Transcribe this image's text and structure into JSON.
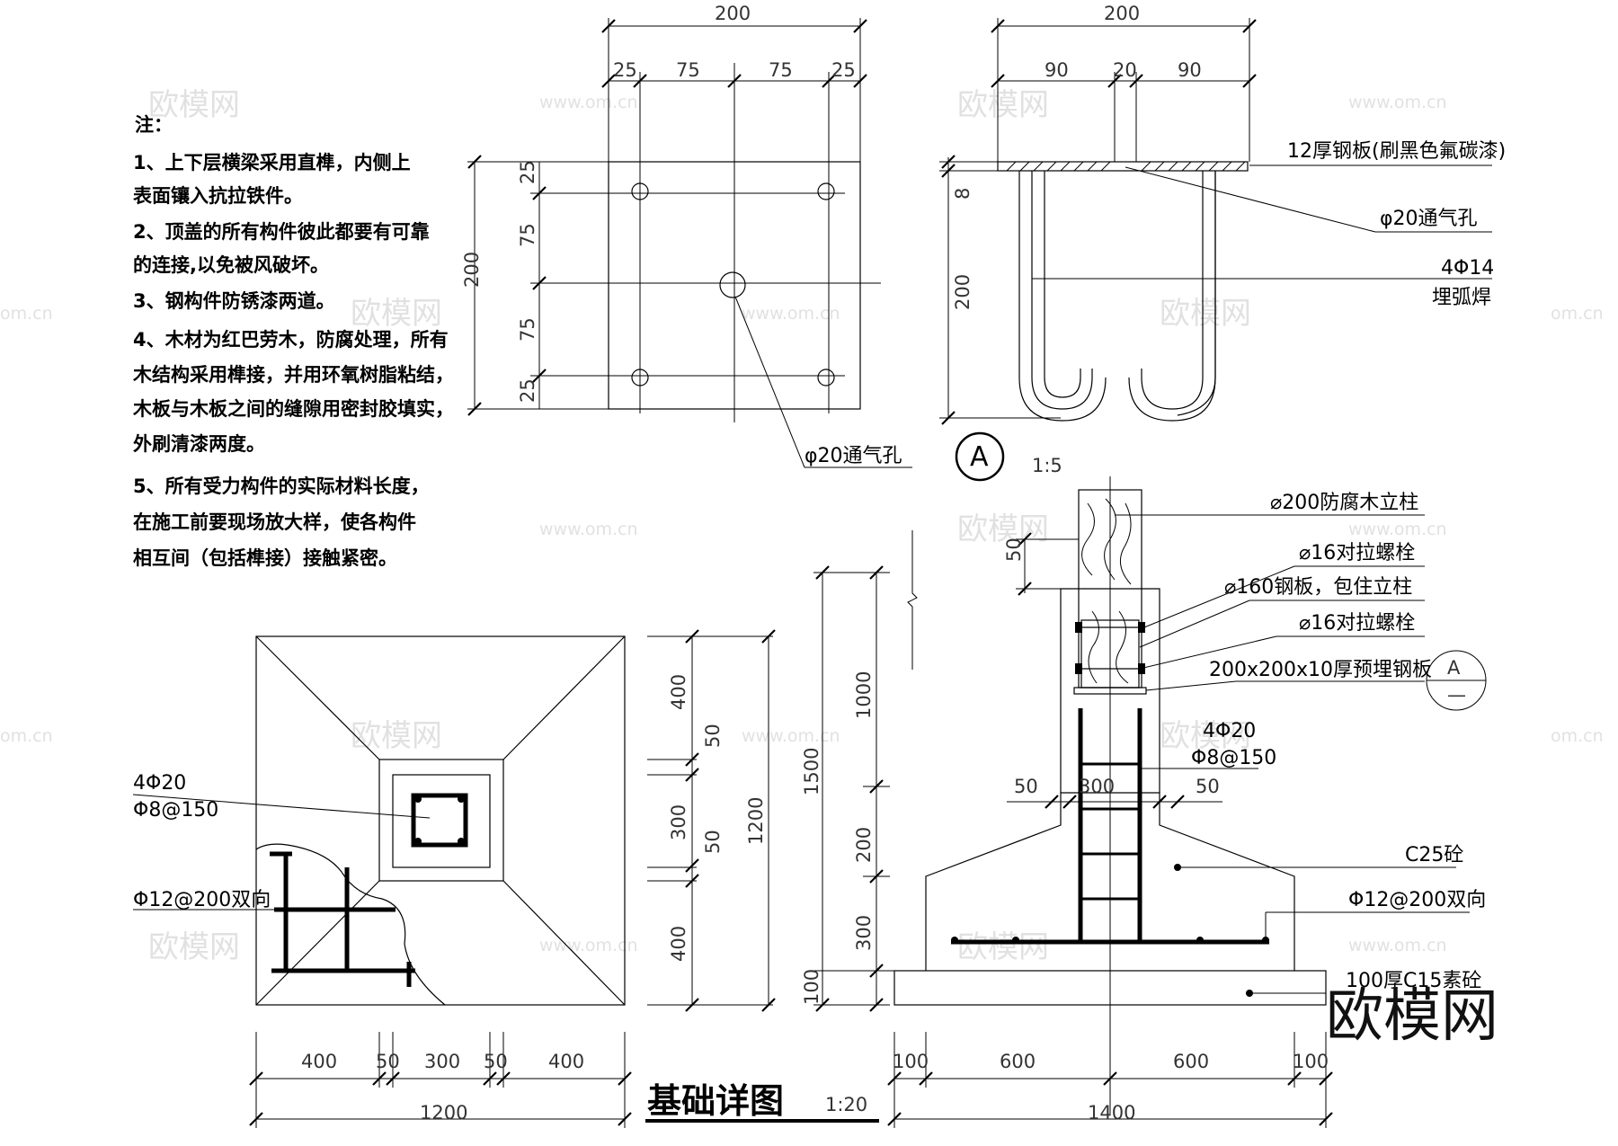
{
  "notes": {
    "heading": "注：",
    "lines": [
      "1、上下层横梁采用直榫，内侧上",
      "表面镶入抗拉铁件。",
      "2、顶盖的所有构件彼此都要有可靠",
      "的连接,以免被风破坏。",
      "3、钢构件防锈漆两道。",
      "4、木材为红巴劳木，防腐处理，所有",
      "木结构采用榫接，并用环氧树脂粘结，",
      "木板与木板之间的缝隙用密封胶填实，",
      "外刷清漆两度。",
      "5、所有受力构件的实际材料长度，",
      "在施工前要现场放大样，使各构件",
      "相互间（包括榫接）接触紧密。"
    ]
  },
  "plate_plan": {
    "dim_total_top": "200",
    "dims_top": [
      "25",
      "75",
      "75",
      "25"
    ],
    "dim_total_left": "200",
    "dims_left": [
      "25",
      "75",
      "75",
      "25"
    ],
    "label_hole": "φ20通气孔"
  },
  "plate_section": {
    "dim_total_top": "200",
    "dims_top": [
      "90",
      "20",
      "90"
    ],
    "dims_left": [
      "8",
      "200"
    ],
    "label_plate": "12厚钢板(刷黑色氟碳漆)",
    "label_hole": "φ20通气孔",
    "label_anchor_1": "4Φ14",
    "label_anchor_2": "埋弧焊",
    "callout": "A",
    "scale": "1:5"
  },
  "footing_plan": {
    "label_rebar_1": "4Φ20",
    "label_rebar_2": "Φ8@150",
    "label_mesh": "Φ12@200双向",
    "dims_right": [
      "400",
      "50",
      "300",
      "50",
      "400"
    ],
    "dim_right_total": "1200",
    "dims_bottom": [
      "400",
      "50",
      "300",
      "50",
      "400"
    ],
    "dim_bottom_total": "1200"
  },
  "footing_section": {
    "dims_left_outer": "1500",
    "dims_left": [
      "1000",
      "200",
      "300",
      "100"
    ],
    "dim_top": "50",
    "dims_mid": [
      "50",
      "300",
      "50"
    ],
    "labels": [
      "⌀200防腐木立柱",
      "⌀16对拉螺栓",
      "⌀160钢板，包住立柱",
      "⌀16对拉螺栓",
      "200x200x10厚预埋钢板",
      "4Φ20",
      "Φ8@150",
      "C25砼",
      "Φ12@200双向",
      "100厚C15素砼"
    ],
    "callout_top": "A",
    "callout_bottom": "—",
    "dims_bottom": [
      "100",
      "600",
      "600",
      "100"
    ],
    "dim_bottom_total": "1400"
  },
  "title": {
    "text": "基础详图",
    "scale": "1:20"
  },
  "watermarks": {
    "brand": "欧模网",
    "url": "www.om.cn",
    "url_partial": "om.cn",
    "logo": "欧模网"
  }
}
